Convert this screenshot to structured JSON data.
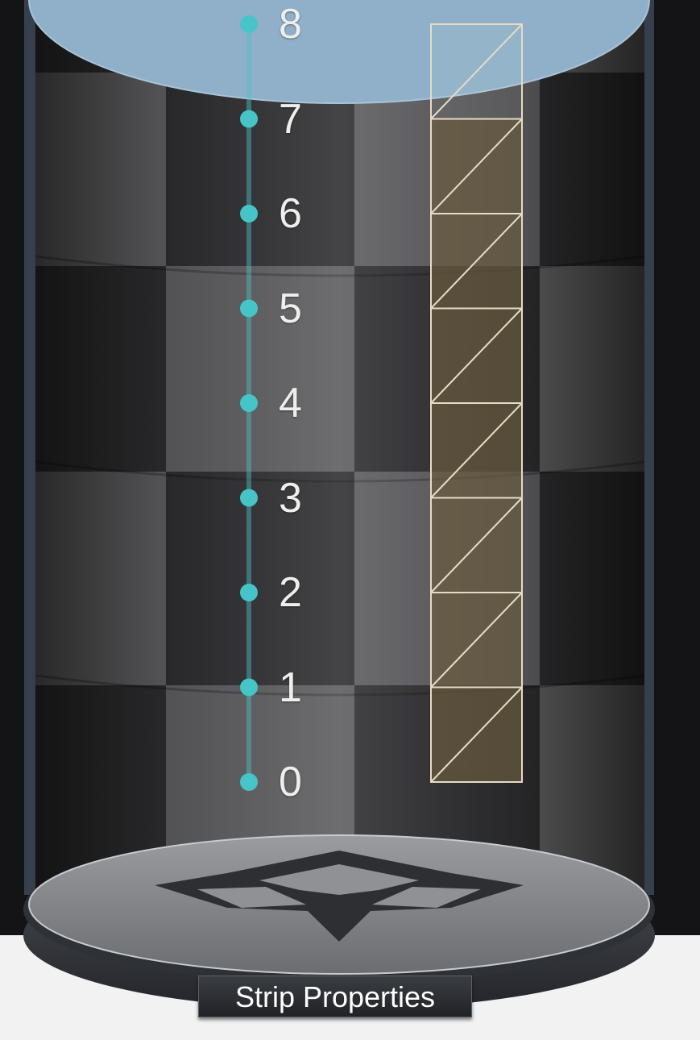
{
  "scene": {
    "title": "Strip Properties",
    "colors": {
      "wall_dark": "#2b2b2d",
      "wall_light": "#5a5a5c",
      "sky": "#8fb0c8",
      "strip_axis": "#46c4c7",
      "mesh_fill": "#6b5b3e",
      "mesh_wire": "#e6dcc6",
      "floor": "#8a8c90",
      "logo": "#2d2f33"
    },
    "icons": [
      "unity-logo-icon"
    ]
  },
  "strip": {
    "points": [
      "0",
      "1",
      "2",
      "3",
      "4",
      "5",
      "6",
      "7",
      "8"
    ]
  },
  "mesh": {
    "segments": 8
  }
}
